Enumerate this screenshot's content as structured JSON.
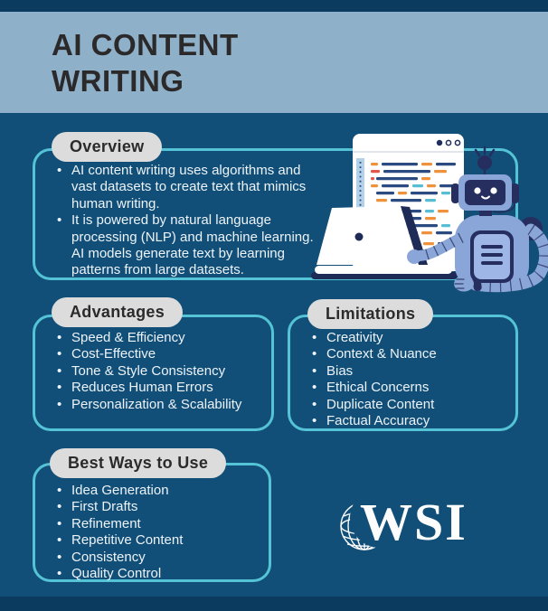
{
  "header": {
    "title": "AI CONTENT\nWRITING"
  },
  "overview": {
    "title": "Overview",
    "bullets": [
      "AI content writing uses algorithms and vast datasets to create text that mimics human writing.",
      "It is powered by natural language processing (NLP) and machine learning. AI models generate text by learning patterns from large datasets."
    ]
  },
  "advantages": {
    "title": "Advantages",
    "items": [
      "Speed & Efficiency",
      "Cost-Effective",
      "Tone & Style Consistency",
      "Reduces Human Errors",
      "Personalization & Scalability"
    ]
  },
  "limitations": {
    "title": "Limitations",
    "items": [
      "Creativity",
      "Context & Nuance",
      "Bias",
      "Ethical Concerns",
      "Duplicate Content",
      "Factual Accuracy"
    ]
  },
  "best_ways": {
    "title": "Best Ways to Use",
    "items": [
      "Idea Generation",
      "First Drafts",
      "Refinement",
      "Repetitive Content",
      "Consistency",
      "Quality Control"
    ]
  },
  "logo": {
    "text": "WSI"
  },
  "colors": {
    "background": "#114F78",
    "header_band": "#8FB0C9",
    "edge_strip": "#0B3B5E",
    "box_border": "#54C3D6",
    "pill_background": "#DCDCDC",
    "pill_text": "#2B2B2B",
    "body_text": "#EDF3F8",
    "title_text": "#2B2929",
    "robot_blue": "#8AA6D9",
    "robot_navy": "#252E5E",
    "code_navy": "#2A4A80",
    "code_orange": "#F0913C",
    "code_teal": "#56BDD3",
    "logo_white": "#FDFDFD"
  }
}
